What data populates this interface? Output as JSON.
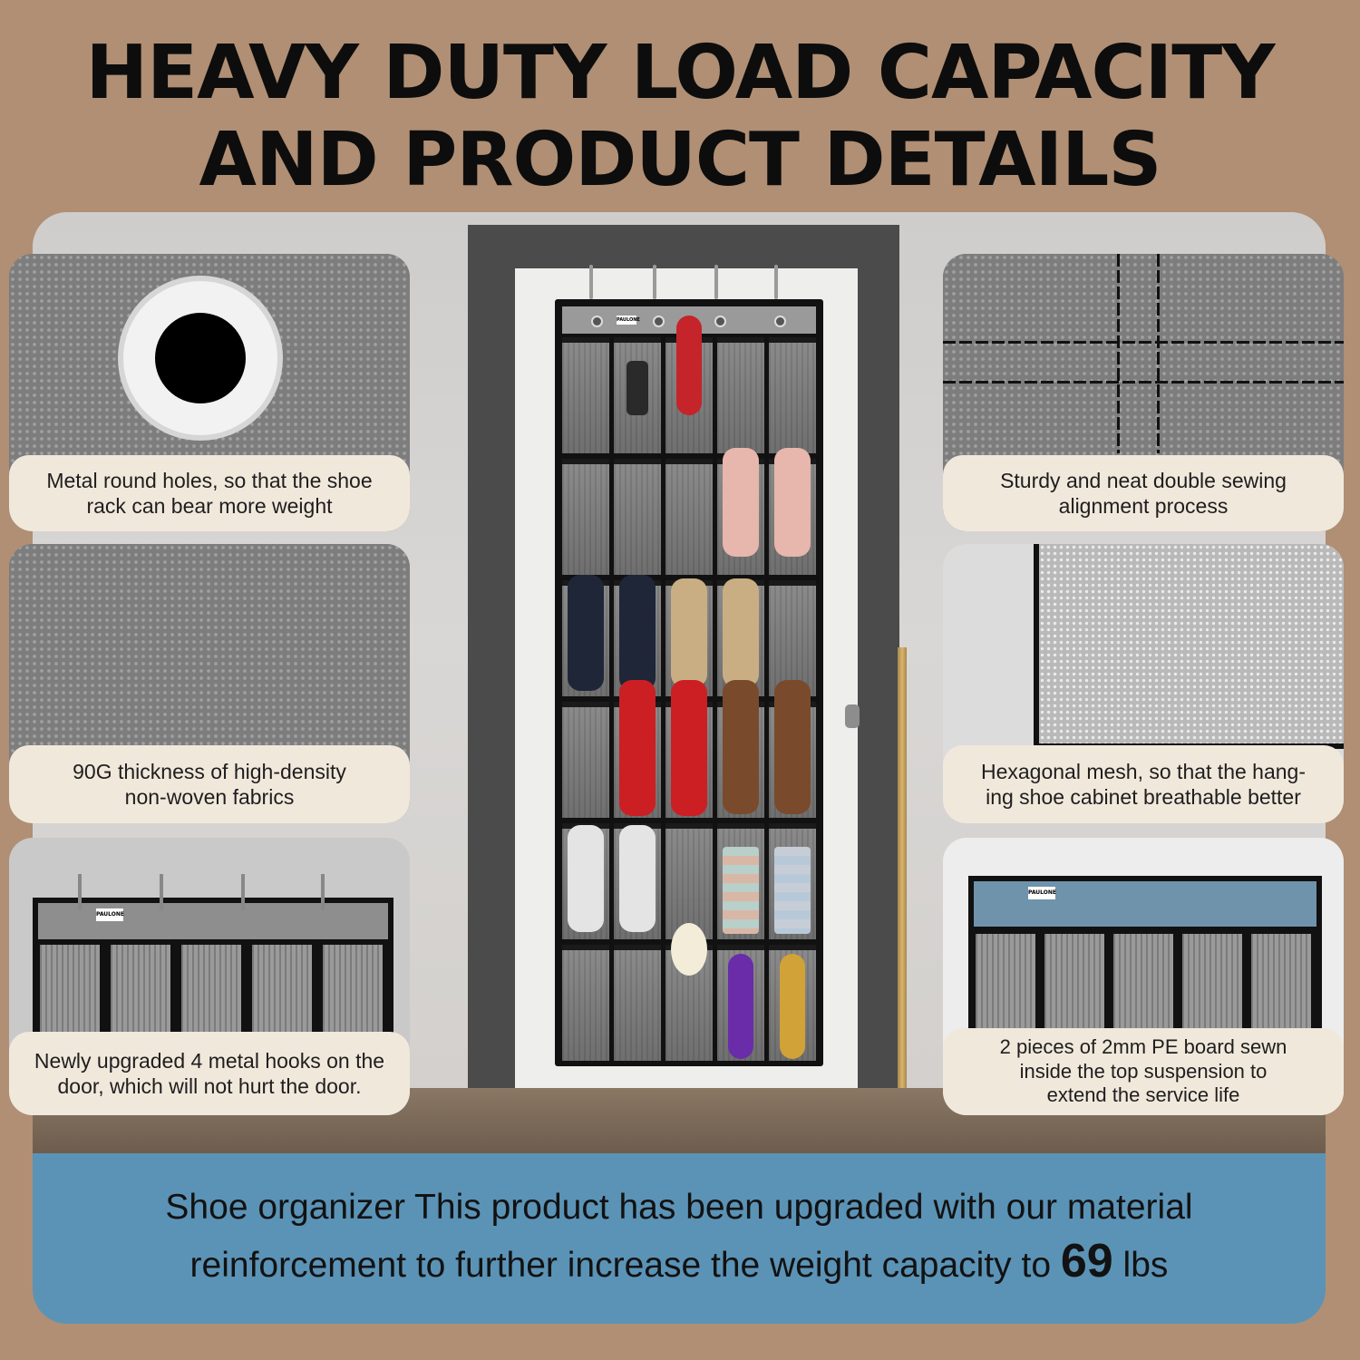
{
  "title": {
    "line1": "HEAVY DUTY LOAD CAPACITY",
    "line2": "AND PRODUCT DETAILS"
  },
  "organizer": {
    "brand_tag": "PAULONE"
  },
  "features": [
    {
      "caption_line1": "Metal round holes, so that the shoe",
      "caption_line2": "rack can bear more weight",
      "caption_line3": ""
    },
    {
      "caption_line1": "Sturdy and neat double sewing",
      "caption_line2": "alignment process",
      "caption_line3": ""
    },
    {
      "caption_line1": "90G thickness of high-density",
      "caption_line2": "non-woven fabrics",
      "caption_line3": ""
    },
    {
      "caption_line1": "Hexagonal mesh, so that the hang-",
      "caption_line2": "ing shoe cabinet breathable better",
      "caption_line3": ""
    },
    {
      "caption_line1": "Newly upgraded 4 metal hooks on the",
      "caption_line2": "door, which will not hurt the door.",
      "caption_line3": ""
    },
    {
      "caption_line1": "2 pieces of 2mm PE board sewn",
      "caption_line2": "inside the top suspension to",
      "caption_line3": "extend the service life"
    }
  ],
  "bottom": {
    "line1": "Shoe organizer  This product has been upgraded with our material",
    "line2_pre": "reinforcement to further increase the weight capacity to ",
    "number": "69",
    "unit": " lbs"
  },
  "colors": {
    "background": "#b08f74",
    "band": "#5b93b6",
    "caption_bg": "#f1e8dc"
  }
}
